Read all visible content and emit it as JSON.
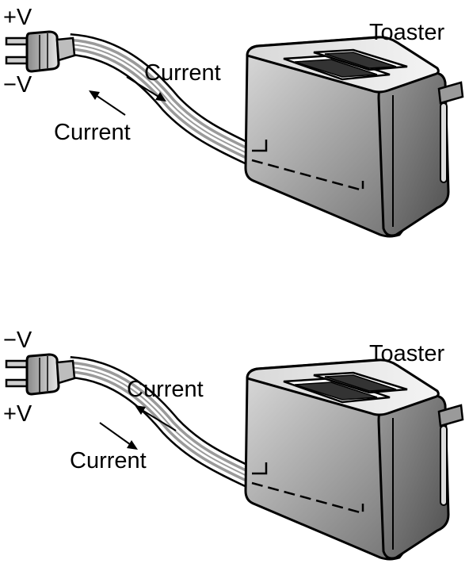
{
  "panels": [
    {
      "title": "Toaster",
      "plug_top_label": "+V",
      "plug_bottom_label": "−V",
      "current_upper_label": "Current",
      "current_lower_label": "Current"
    },
    {
      "title": "Toaster",
      "plug_top_label": "−V",
      "plug_bottom_label": "+V",
      "current_upper_label": "Current",
      "current_lower_label": "Current"
    }
  ],
  "colors": {
    "outline": "#000000",
    "background": "#ffffff",
    "cord_stripe": "#9a9a9a",
    "toaster_light": "#e8e8e8",
    "toaster_dark": "#6e6e6e"
  }
}
